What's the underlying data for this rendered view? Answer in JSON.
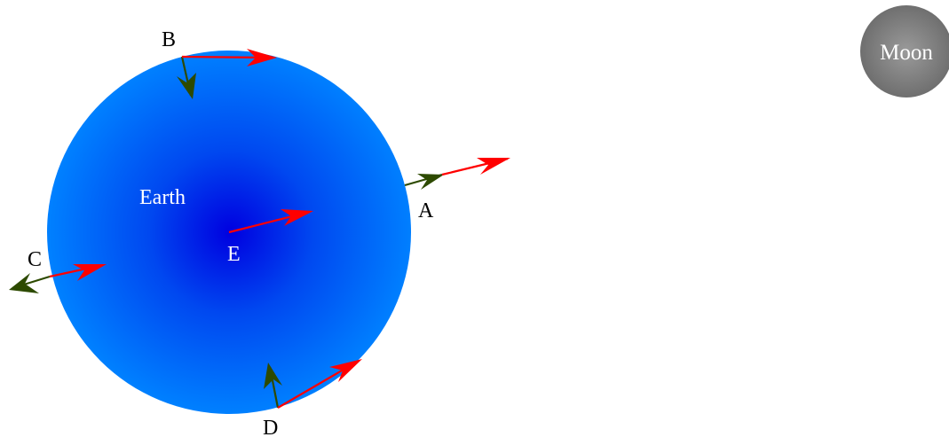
{
  "earth": {
    "label": "Earth",
    "color_edge": "#0080ff",
    "color_center": "#0000e0"
  },
  "moon": {
    "label": "Moon",
    "color_edge": "#6e6e6e",
    "color_center": "#9a9a9a"
  },
  "points": {
    "A": "A",
    "B": "B",
    "C": "C",
    "D": "D",
    "E": "E"
  },
  "arrow_colors": {
    "moon_pull": "#ff0000",
    "tidal": "#2d4a00"
  }
}
